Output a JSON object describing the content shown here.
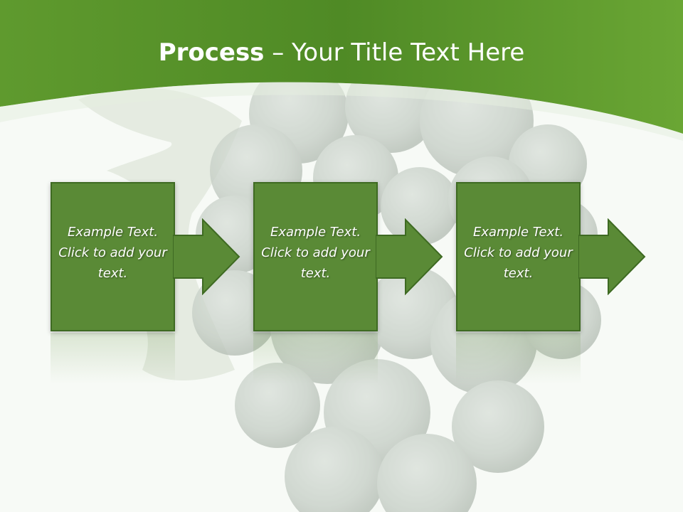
{
  "title": {
    "bold": "Process",
    "rest": " – Your Title Text Here"
  },
  "steps": [
    {
      "text": "Example Text. Click  to add your text."
    },
    {
      "text": "Example Text. Click  to add your text."
    },
    {
      "text": "Example Text. Click  to add your text."
    }
  ],
  "colors": {
    "header_green": "#5f9a2e",
    "box_fill": "#5a8a36",
    "box_border": "#3e6a22",
    "text": "#ffffff"
  },
  "icons": [
    "arrow-right-icon",
    "grape-bunch-background",
    "grape-leaf"
  ]
}
